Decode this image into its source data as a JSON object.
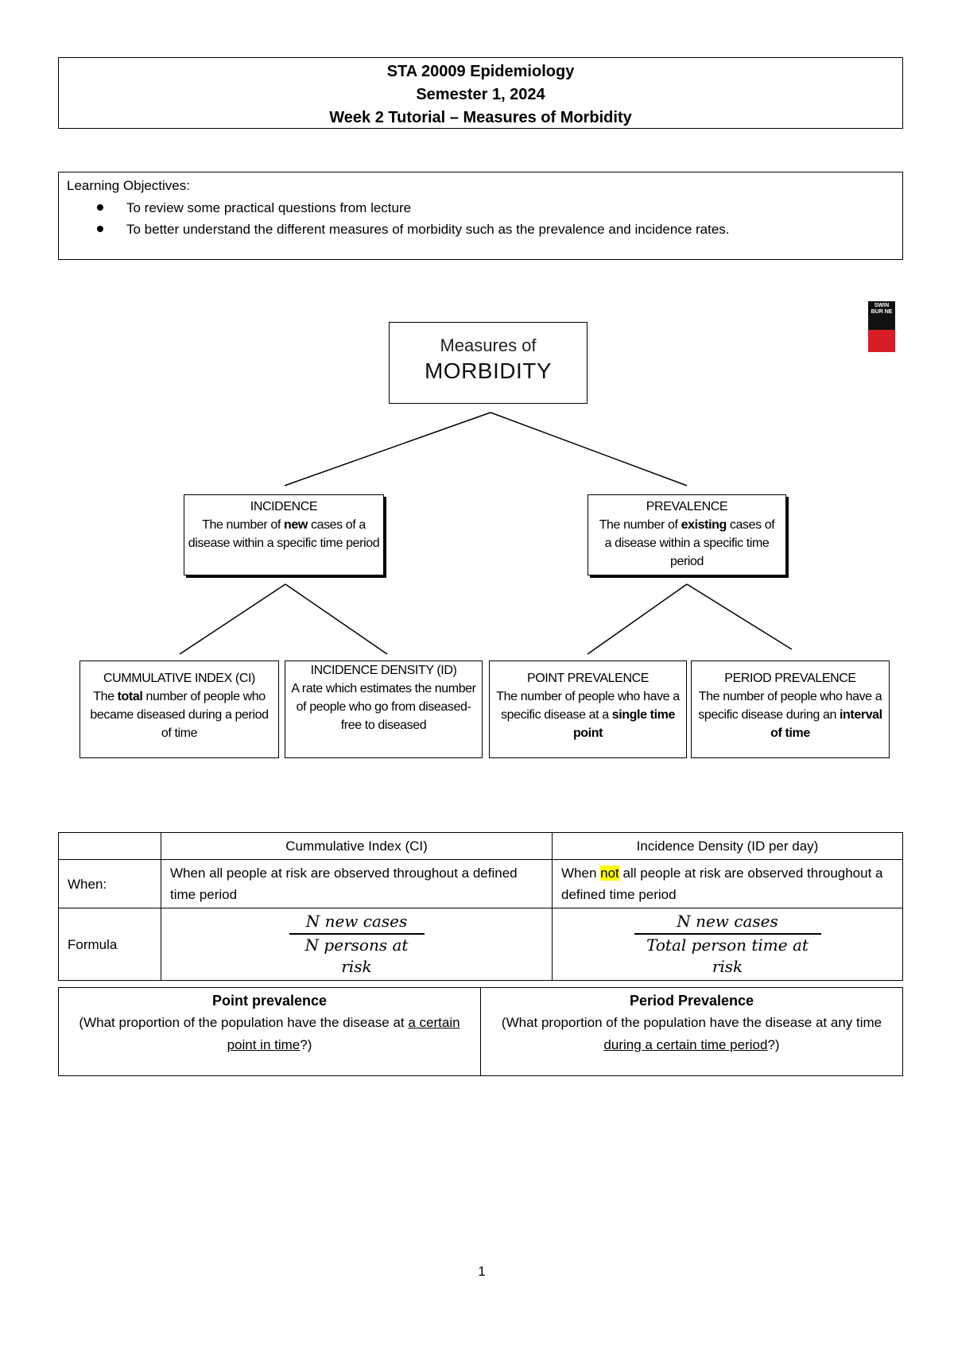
{
  "header": {
    "line1": "STA 20009 Epidemiology",
    "line2": "Semester 1, 2024",
    "line3": "Week 2 Tutorial – Measures of Morbidity"
  },
  "objectives": {
    "heading": "Learning Objectives:",
    "items": [
      "To review some practical questions from lecture",
      "To better understand the different measures of morbidity such as the prevalence and incidence rates."
    ]
  },
  "logo": {
    "text": "SWIN BUR NE"
  },
  "diagram": {
    "root": {
      "line1": "Measures of",
      "line2": "MORBIDITY"
    },
    "incidence": {
      "title": "INCIDENCE",
      "desc_pre": "The number of ",
      "desc_bold": "new",
      "desc_post": " cases of a disease within a specific time period"
    },
    "prevalence": {
      "title": "PREVALENCE",
      "desc_pre": "The number of ",
      "desc_bold": "existing",
      "desc_post": " cases of a disease within a specific time period"
    },
    "ci": {
      "title": "CUMMULATIVE INDEX (CI)",
      "desc_pre": "The ",
      "desc_bold": "total",
      "desc_post": " number of people who became diseased during a period of time"
    },
    "id": {
      "title": "INCIDENCE DENSITY (ID)",
      "desc": "A rate which estimates the number of people who go from diseased-free to diseased"
    },
    "point": {
      "title": "POINT PREVALENCE",
      "desc_pre": "The number of people who have a specific disease at a ",
      "desc_bold": "single time point"
    },
    "period": {
      "title": "PERIOD PREVALENCE",
      "desc_pre": "The number of people who have a specific disease during an ",
      "desc_bold": "interval of time"
    }
  },
  "table1": {
    "col1": "Cummulative Index (CI)",
    "col2": "Incidence Density (ID per day)",
    "when_label": "When:",
    "when_ci": "When all people at risk are observed throughout a defined time period",
    "when_id_pre": "When ",
    "when_id_hl": "not",
    "when_id_post": " all people at risk are observed throughout a defined time period",
    "formula_label": "Formula",
    "ci_num": "N new cases",
    "ci_den": "N  persons at risk",
    "id_num": "N new cases",
    "id_den": "Total person time at risk"
  },
  "table2": {
    "point_title": "Point prevalence",
    "point_pre": "(What proportion of the population have the disease at ",
    "point_u": "a certain point in time",
    "point_post": "?)",
    "period_title": "Period Prevalence",
    "period_pre": "(What proportion of the population have the disease at any time ",
    "period_u": "during a certain time period",
    "period_post": "?)"
  },
  "footer": {
    "page_number": "1"
  }
}
